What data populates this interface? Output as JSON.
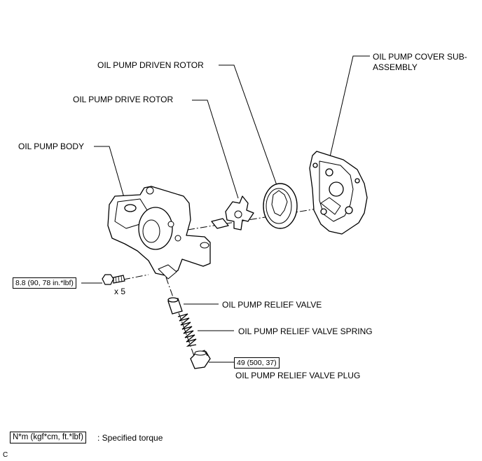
{
  "parts": {
    "driven_rotor": "OIL PUMP DRIVEN ROTOR",
    "cover_sub_line1": "OIL PUMP COVER SUB-",
    "cover_sub_line2": "ASSEMBLY",
    "drive_rotor": "OIL PUMP DRIVE ROTOR",
    "body": "OIL PUMP BODY",
    "relief_valve": "OIL PUMP RELIEF VALVE",
    "relief_valve_spring": "OIL PUMP RELIEF VALVE SPRING",
    "relief_valve_plug": "OIL PUMP RELIEF VALVE PLUG"
  },
  "torques": {
    "bolt": "8.8 (90, 78 in.*lbf)",
    "bolt_qty": "x 5",
    "plug": "49 (500, 37)"
  },
  "legend": {
    "unit": "N*m (kgf*cm, ft.*lbf)",
    "description": ": Specified torque"
  },
  "footer": {
    "code": "C"
  }
}
